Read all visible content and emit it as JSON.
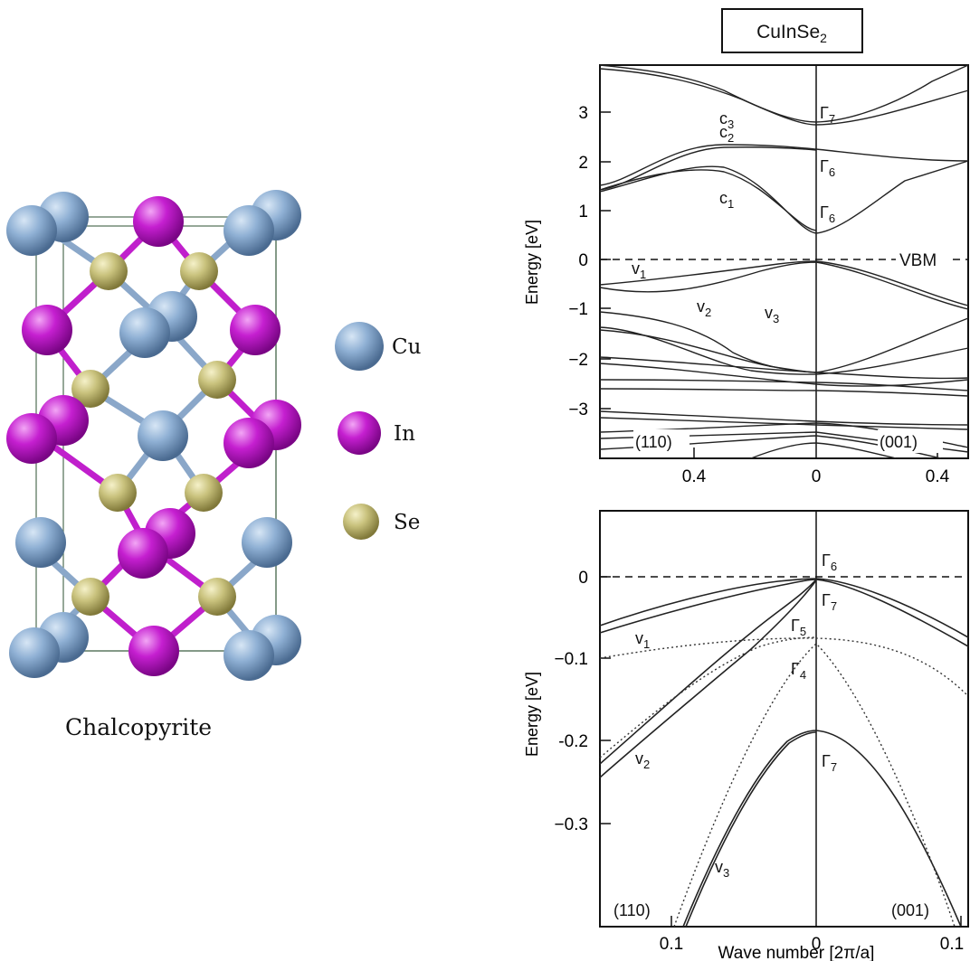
{
  "structure": {
    "caption": "Chalcopyrite",
    "legend": [
      {
        "element": "Cu",
        "color": "#7c9ec6"
      },
      {
        "element": "In",
        "color": "#c01fcc"
      },
      {
        "element": "Se",
        "color": "#c8c179"
      }
    ]
  },
  "band_plot_top": {
    "title_main": "CuInSe",
    "title_sub": "2",
    "y_label": "Energy [eV]",
    "y_ticks": [
      "3",
      "2",
      "1",
      "0",
      "−1",
      "−2",
      "−3"
    ],
    "x_ticks": [
      "0.4",
      "0",
      "0.4"
    ],
    "direction_left": "(110)",
    "direction_right": "(001)",
    "vbm_label": "VBM",
    "band_labels": [
      {
        "main": "c",
        "sub": "3"
      },
      {
        "main": "c",
        "sub": "2"
      },
      {
        "main": "c",
        "sub": "1"
      },
      {
        "main": "v",
        "sub": "1"
      },
      {
        "main": "v",
        "sub": "2"
      },
      {
        "main": "v",
        "sub": "3"
      }
    ],
    "gamma_labels": [
      {
        "main": "Γ",
        "sub": "7"
      },
      {
        "main": "Γ",
        "sub": "6"
      },
      {
        "main": "Γ",
        "sub": "6"
      }
    ]
  },
  "band_plot_bottom": {
    "y_label": "Energy [eV]",
    "x_label": "Wave number [2π/a]",
    "y_ticks": [
      "0",
      "−0.1",
      "-0.2",
      "−0.3"
    ],
    "x_ticks": [
      "0.1",
      "0",
      "0.1"
    ],
    "direction_left": "(110)",
    "direction_right": "(001)",
    "band_labels": [
      {
        "main": "v",
        "sub": "1"
      },
      {
        "main": "v",
        "sub": "2"
      },
      {
        "main": "v",
        "sub": "3"
      }
    ],
    "gamma_labels": [
      {
        "main": "Γ",
        "sub": "6"
      },
      {
        "main": "Γ",
        "sub": "7"
      },
      {
        "main": "Γ",
        "sub": "5"
      },
      {
        "main": "Γ",
        "sub": "4"
      },
      {
        "main": "Γ",
        "sub": "7"
      }
    ]
  }
}
